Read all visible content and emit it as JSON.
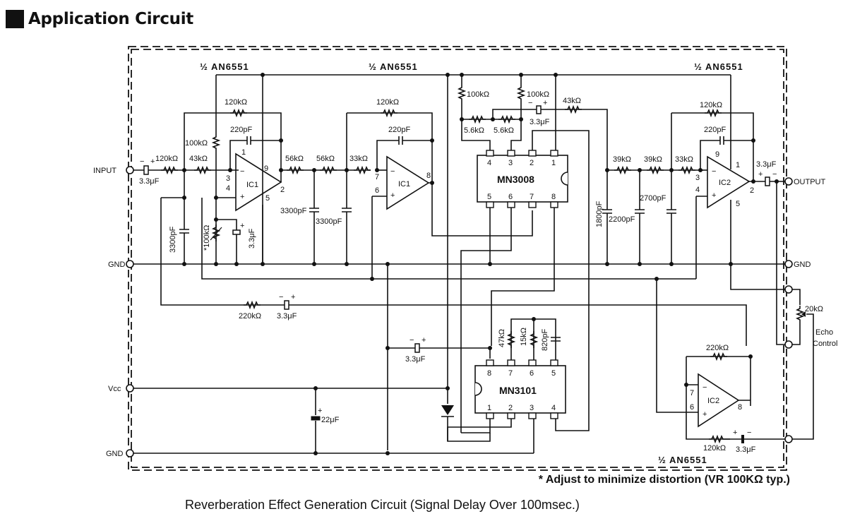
{
  "header": {
    "title": "Application Circuit",
    "title_icon": "black-square-bullet"
  },
  "schematic": {
    "ic_labels": {
      "an6551_top_left": "½ AN6551",
      "an6551_top_mid": "½ AN6551",
      "an6551_top_right": "½ AN6551",
      "an6551_bottom": "½ AN6551"
    },
    "chips": {
      "mn3008": {
        "name": "MN3008",
        "top_pins": [
          "4",
          "3",
          "2",
          "1"
        ],
        "bottom_pins": [
          "5",
          "6",
          "7",
          "8"
        ]
      },
      "mn3101": {
        "name": "MN3101",
        "top_pins": [
          "8",
          "7",
          "6",
          "5"
        ],
        "bottom_pins": [
          "1",
          "2",
          "3",
          "4"
        ]
      }
    },
    "opamps": {
      "ic1a": {
        "name": "IC1",
        "pin_minus": "3",
        "pin_plus": "4",
        "pin_out": "2",
        "pin_top": "1",
        "pin_top_right": "9",
        "pin_bottom": "5"
      },
      "ic1b": {
        "name": "IC1",
        "pin_minus": "7",
        "pin_plus": "6",
        "pin_out": "8"
      },
      "ic2a": {
        "name": "IC2",
        "pin_minus": "3",
        "pin_plus": "4",
        "pin_out": "2",
        "pin_top": "9",
        "pin_top_right": "1",
        "pin_bottom": "5"
      },
      "ic2b": {
        "name": "IC2",
        "pin_minus": "7",
        "pin_plus": "6",
        "pin_out": "8"
      }
    },
    "terminals": {
      "input": "INPUT",
      "output": "OUTPUT",
      "gnd_left": "GND",
      "gnd_right": "GND",
      "vcc": "Vcc",
      "gnd_bottom": "GND"
    },
    "components": {
      "c_in": "3.3μF",
      "r_in": "120kΩ",
      "r_43k_a": "43kΩ",
      "r_100k_bias": "100kΩ",
      "r_fb1": "120kΩ",
      "c_fb1": "220pF",
      "c_3300_a": "3300pF",
      "vr_100k": "*100kΩ",
      "c_bias": "3.3μF",
      "r_56k_a": "56kΩ",
      "r_56k_b": "56kΩ",
      "c_3300_b": "3300pF",
      "c_3300_c": "3300pF",
      "r_33k_a": "33kΩ",
      "r_fb2": "120kΩ",
      "c_fb2": "220pF",
      "r_100k_m1": "100kΩ",
      "r_100k_m2": "100kΩ",
      "r_5k6_a": "5.6kΩ",
      "r_5k6_b": "5.6kΩ",
      "c_mn": "3.3μF",
      "r_43k_b": "43kΩ",
      "r_39k_a": "39kΩ",
      "r_39k_b": "39kΩ",
      "r_33k_b": "33kΩ",
      "c_1800": "1800pF",
      "c_2200": "2200pF",
      "c_2700": "2700pF",
      "r_fb3": "120kΩ",
      "c_fb3": "220pF",
      "c_out": "3.3μF",
      "r_220k_loop": "220kΩ",
      "c_loop": "3.3μF",
      "c_clk": "3.3μF",
      "r_47k": "47kΩ",
      "r_15k": "15kΩ",
      "c_820": "820pF",
      "c_22u": "22μF",
      "r_220k_ic2b": "220kΩ",
      "r_120k_ic2b": "120kΩ",
      "c_ic2b": "3.3μF",
      "vr_20k": "20kΩ",
      "echo_label_1": "Echo",
      "echo_label_2": "Control"
    },
    "polarity": {
      "plus": "+",
      "minus": "−",
      "opamp_minus": "−",
      "opamp_plus": "+"
    }
  },
  "footer": {
    "note": "* Adjust to minimize distortion (VR 100KΩ typ.)",
    "caption": "Reverberation Effect Generation Circuit (Signal Delay Over 100msec.)"
  }
}
